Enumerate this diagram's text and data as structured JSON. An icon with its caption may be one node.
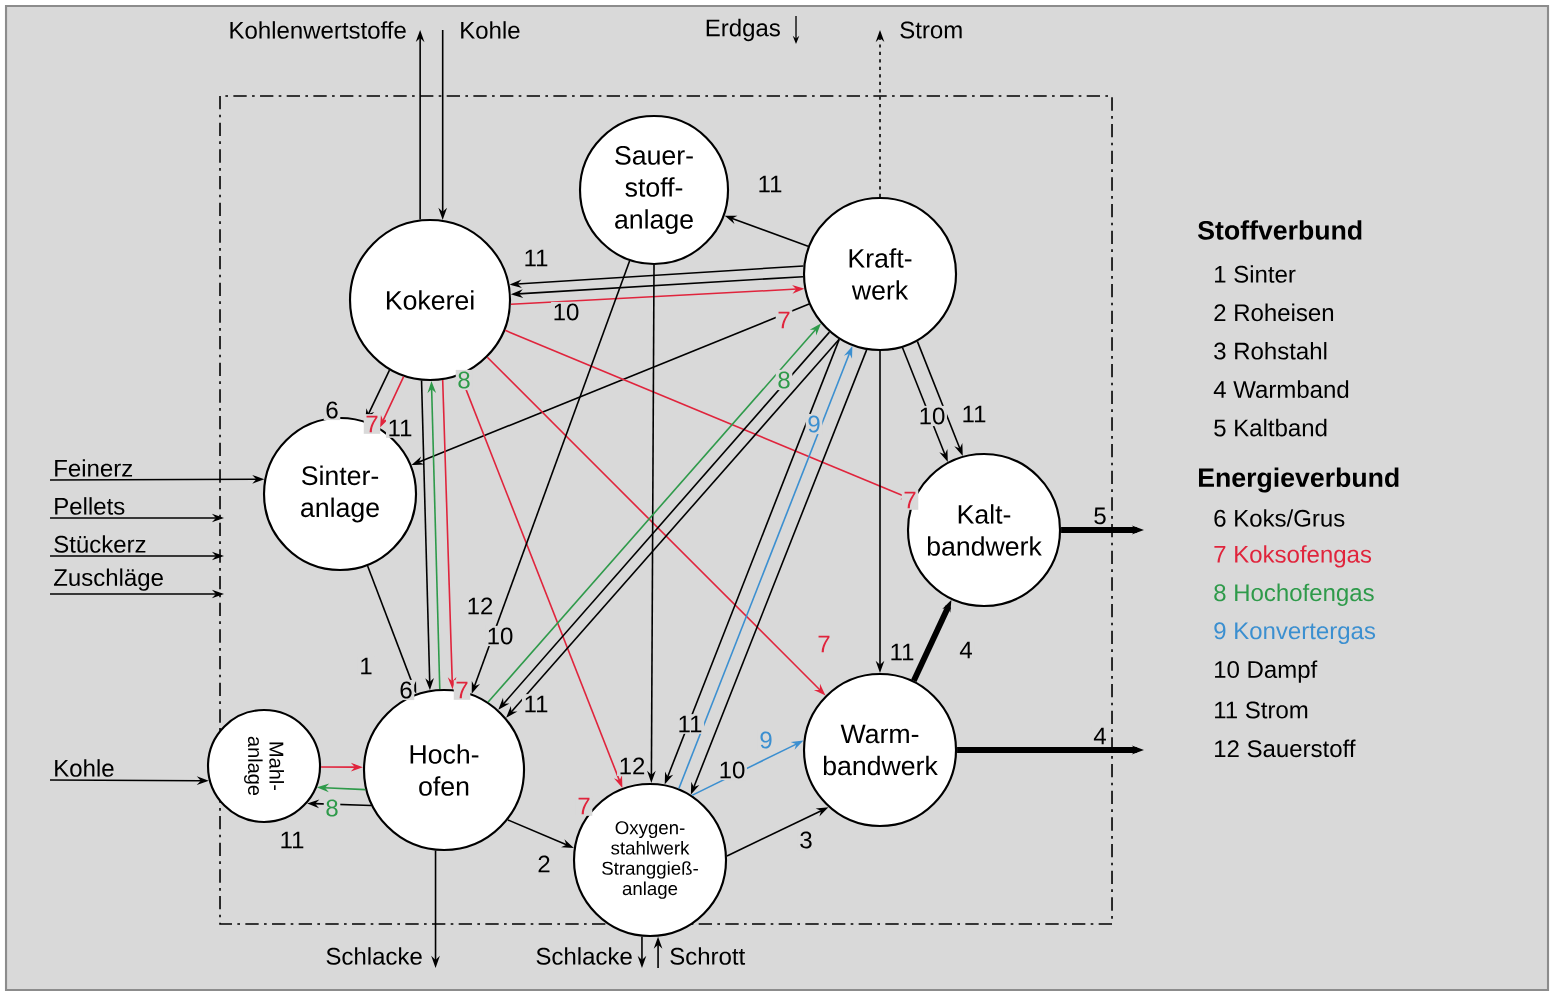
{
  "diagram": {
    "nodes": [
      {
        "text": [
          "Kokerei"
        ]
      },
      {
        "text": [
          "Sauer- stoff- anlage"
        ]
      },
      {
        "text": [
          "Kraft- werk"
        ]
      },
      {
        "text": [
          "Sinter- anlage"
        ]
      },
      {
        "text": [
          "Kalt- bandwerk"
        ]
      },
      {
        "text": [
          "Mahl- anlage"
        ]
      },
      {
        "text": [
          "Hoch- ofen"
        ]
      },
      {
        "text": [
          "Oxygen- stahlwerk Stranggieß- anlage"
        ]
      },
      {
        "text": [
          "Warm- bandwerk"
        ]
      },
      {
        "text": [
          "Kohlenwertstoffe"
        ]
      },
      {
        "text": [
          "Kohle"
        ]
      },
      {
        "text": [
          "Strom"
        ]
      },
      {
        "text": [
          "Feinerz"
        ]
      },
      {
        "text": [
          "Pellets"
        ]
      },
      {
        "text": [
          "Stückerz"
        ]
      },
      {
        "text": [
          "Zuschläge"
        ]
      },
      {
        "text": [
          "Kohle"
        ]
      },
      {
        "text": [
          "Schlacke"
        ]
      },
      {
        "text": [
          "Schlacke"
        ]
      },
      {
        "text": [
          "Schrott"
        ]
      }
    ],
    "edges": [
      {
        "from": 0,
        "to": 9,
        "arrow": "to"
      },
      {
        "from": 10,
        "to": 0,
        "arrow": "to"
      },
      {
        "from": 2,
        "to": 11,
        "arrow": "to",
        "style": "dashed"
      },
      {
        "from": 2,
        "to": 1,
        "arrow": "to",
        "label": "11"
      },
      {
        "from": 2,
        "to": 0,
        "arrow": "to",
        "label": "11"
      },
      {
        "from": 2,
        "to": 0,
        "arrow": "to",
        "label": "10"
      },
      {
        "from": 0,
        "to": 2,
        "arrow": "to",
        "label": "7",
        "color": "#e0243c"
      },
      {
        "from": 0,
        "to": 3,
        "arrow": "to",
        "label": "6"
      },
      {
        "from": 0,
        "to": 3,
        "arrow": "to",
        "label": "7",
        "color": "#e0243c"
      },
      {
        "from": 2,
        "to": 3,
        "arrow": "to",
        "label": "11"
      },
      {
        "from": 0,
        "to": 6,
        "arrow": "to",
        "label": "6"
      },
      {
        "from": 6,
        "to": 0,
        "arrow": "to",
        "label": "8",
        "color": "#2e9a4a"
      },
      {
        "from": 0,
        "to": 6,
        "arrow": "to",
        "label": "7",
        "color": "#e0243c"
      },
      {
        "from": 0,
        "to": 4,
        "arrow": "to",
        "label": "7",
        "color": "#e0243c"
      },
      {
        "from": 0,
        "to": 8,
        "arrow": "to",
        "label": "7",
        "color": "#e0243c"
      },
      {
        "from": 0,
        "to": 7,
        "arrow": "to",
        "label": "7",
        "color": "#e0243c"
      },
      {
        "from": 1,
        "to": 6,
        "arrow": "to",
        "label": "12"
      },
      {
        "from": 1,
        "to": 7,
        "arrow": "to",
        "label": "12"
      },
      {
        "from": 2,
        "to": 6,
        "arrow": "to",
        "label": "10"
      },
      {
        "from": 2,
        "to": 6,
        "arrow": "to",
        "label": "11"
      },
      {
        "from": 6,
        "to": 2,
        "arrow": "to",
        "label": "8",
        "color": "#2e9a4a"
      },
      {
        "from": 7,
        "to": 2,
        "arrow": "to",
        "label": "9",
        "color": "#3b8fd0"
      },
      {
        "from": 2,
        "to": 7,
        "arrow": "to",
        "label": "11"
      },
      {
        "from": 2,
        "to": 7,
        "arrow": "to",
        "label": "10"
      },
      {
        "from": 7,
        "to": 8,
        "arrow": "to",
        "label": "9",
        "color": "#3b8fd0"
      },
      {
        "from": 2,
        "to": 8,
        "arrow": "to",
        "label": "11"
      },
      {
        "from": 2,
        "to": 4,
        "arrow": "to",
        "label": "10"
      },
      {
        "from": 2,
        "to": 4,
        "arrow": "to",
        "label": "11"
      },
      {
        "from": 3,
        "to": 6,
        "arrow": "to",
        "label": "1"
      },
      {
        "from": 6,
        "to": 7,
        "arrow": "to",
        "label": "2"
      },
      {
        "from": 7,
        "to": 8,
        "arrow": "to",
        "label": "3"
      },
      {
        "from": 8,
        "to": 4,
        "arrow": "to",
        "label": "4",
        "style": "thick"
      },
      {
        "from": 4,
        "to": null,
        "arrow": "to",
        "label": "5",
        "style": "thick"
      },
      {
        "from": 8,
        "to": null,
        "arrow": "to",
        "label": "4",
        "style": "thick"
      },
      {
        "from": 12,
        "to": 3,
        "arrow": "to"
      },
      {
        "from": 13,
        "to": null,
        "arrow": "to"
      },
      {
        "from": 14,
        "to": null,
        "arrow": "to"
      },
      {
        "from": 15,
        "to": null,
        "arrow": "to"
      },
      {
        "from": 16,
        "to": 5,
        "arrow": "to"
      },
      {
        "from": 5,
        "to": 6,
        "arrow": "to",
        "color": "#e0243c"
      },
      {
        "from": 6,
        "to": 5,
        "arrow": "to",
        "label": "8",
        "color": "#2e9a4a"
      },
      {
        "from": 6,
        "to": 5,
        "arrow": "to",
        "label": "11"
      },
      {
        "from": 6,
        "to": 17,
        "arrow": "to"
      },
      {
        "from": 7,
        "to": 18,
        "arrow": "to"
      },
      {
        "from": 19,
        "to": 7,
        "arrow": "to"
      }
    ],
    "labels": [
      "Erdgas",
      "Stoffverbund",
      "Energieverbund"
    ],
    "legend": [
      {
        "text": "1 Sinter"
      },
      {
        "text": "2 Roheisen"
      },
      {
        "text": "3 Rohstahl"
      },
      {
        "text": "4 Warmband"
      },
      {
        "text": "5 Kaltband"
      },
      {
        "text": "6 Koks/Grus"
      },
      {
        "text": "7 Koksofengas",
        "color": "#e0243c"
      },
      {
        "text": "8 Hochofengas",
        "color": "#2e9a4a"
      },
      {
        "text": "9 Konvertergas",
        "color": "#3b8fd0"
      },
      {
        "text": "10 Dampf"
      },
      {
        "text": "11 Strom"
      },
      {
        "text": "12 Sauerstoff"
      }
    ]
  }
}
